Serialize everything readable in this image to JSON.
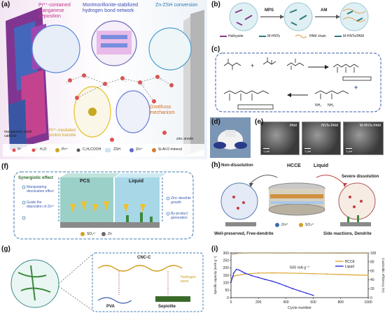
{
  "panel_labels": {
    "a": "(a)",
    "b": "(b)",
    "c": "(c)",
    "d": "(d)",
    "e": "(e)",
    "f": "(f)",
    "g": "(g)",
    "h": "(h)",
    "i": "(i)"
  },
  "panel_a": {
    "title_left": "Pr³⁺-contained manganese deposition",
    "title_mid": "Montmorillonite-stabilized hydrogen bond network",
    "title_right": "Zn-ZSH conversion",
    "cathode_label": "manganese oxide cathode",
    "pr_label": "Pr³⁺-mediated proton transfer",
    "grotthuss_label": "Grotthuss mechanism",
    "anode_label": "zinc anode",
    "legend": [
      "H⁺",
      "H₂O",
      "Pr³⁺",
      "C₂H₅COOH",
      "ZSH",
      "Zn²⁺",
      "Si-Al-O mineral"
    ]
  },
  "panel_b": {
    "step1": "MPS",
    "step2": "AM",
    "legend": [
      "Halloysite",
      "M-HNTs",
      "PAM chain",
      "M-HNTs/PAM"
    ]
  },
  "panel_c": {
    "sub_nh2_left": "NH₂",
    "sub_nh2_right": "NH₂"
  },
  "panel_e": {
    "labels": [
      "PAM",
      "HNTs-PAM",
      "M-HNTs-PAM"
    ],
    "scales": [
      "1 μm",
      "1 μm",
      "1 μm"
    ]
  },
  "panel_f": {
    "pcs_label": "PCS",
    "liquid_label": "Liquid",
    "left_title": "Synergistic effect",
    "left_items": [
      "Manipulating desolvation effect",
      "Guide the deposition of Zn²⁺"
    ],
    "right_items": [
      "Zinc dendrite growth",
      "By-product generation"
    ],
    "legend": [
      "SO₄²⁻",
      "Zn"
    ]
  },
  "panel_g": {
    "cnc_label": "CNC-C",
    "pva_label": "PVA",
    "sepiolite_label": "Sepiolite",
    "hbond_label": "Hydrogen bond"
  },
  "panel_h": {
    "non_dissolution": "Non-dissolution",
    "hcce": "HCCE",
    "liquid": "Liquid",
    "severe": "Severe dissolution",
    "legend": [
      "Zn²⁺",
      "SO₄²⁻"
    ],
    "left_caption": "Well-preserved, Free-dendrite",
    "right_caption": "Side reactions, Dendrite"
  },
  "colors": {
    "hcce": "#d9a62a",
    "liquid": "#2a2ad9",
    "efficiency": "#b8a878"
  },
  "chart_data": {
    "type": "line",
    "title": "",
    "xlabel": "Cycle number",
    "ylabel": "Specific capacity (mAh g⁻¹)",
    "y2label": "Coulombic efficiency (%)",
    "annotation": "500 mA g⁻¹",
    "xlim": [
      0,
      1000
    ],
    "ylim": [
      0,
      300
    ],
    "y2lim": [
      0,
      100
    ],
    "x_ticks": [
      0,
      200,
      400,
      600,
      800,
      1000
    ],
    "y_ticks": [
      0,
      50,
      100,
      150,
      200,
      250,
      300
    ],
    "y2_ticks": [
      0,
      20,
      40,
      60,
      80,
      100
    ],
    "legend_position": "top-center",
    "series": [
      {
        "name": "HCCE",
        "color": "#d9a62a",
        "axis": "left",
        "x": [
          1,
          20,
          50,
          100,
          200,
          300,
          400,
          500,
          600,
          700,
          800,
          900,
          1000
        ],
        "y": [
          120,
          145,
          150,
          158,
          165,
          166,
          165,
          163,
          161,
          158,
          155,
          152,
          150
        ]
      },
      {
        "name": "Liquid",
        "color": "#2a2ad9",
        "axis": "left",
        "x": [
          1,
          20,
          40,
          60,
          80,
          100,
          150,
          200,
          250,
          300,
          350,
          400,
          450,
          500,
          550,
          600
        ],
        "y": [
          105,
          165,
          190,
          185,
          175,
          165,
          148,
          135,
          122,
          110,
          95,
          78,
          60,
          45,
          30,
          15
        ]
      },
      {
        "name": "",
        "color": "#b8a878",
        "axis": "right",
        "x": [
          1,
          50,
          100,
          200,
          300,
          400,
          500,
          600,
          700,
          800,
          900,
          1000
        ],
        "y": [
          96,
          99,
          99.5,
          99.6,
          99.5,
          99.4,
          99.5,
          99.4,
          99.3,
          99.2,
          99.3,
          99.2
        ]
      }
    ]
  }
}
